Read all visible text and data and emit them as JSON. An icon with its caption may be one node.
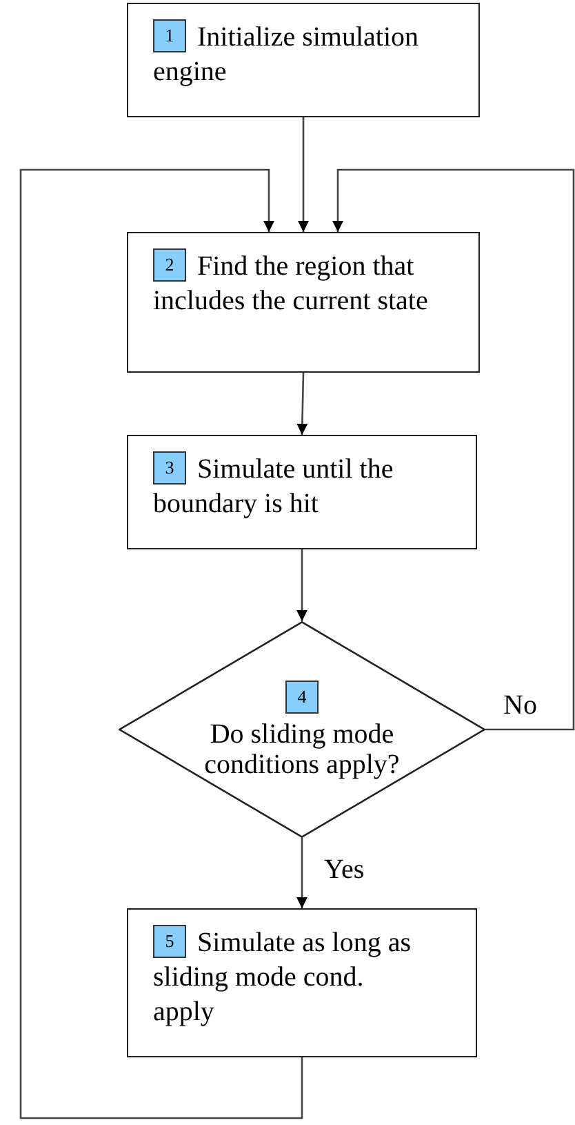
{
  "diagram": {
    "nodes": [
      {
        "text": [
          "1",
          "Initialize simulation engine"
        ]
      },
      {
        "text": [
          "2",
          "Find the region that includes the current state"
        ]
      },
      {
        "text": [
          "3",
          "Simulate until the boundary is hit"
        ]
      },
      {
        "text": [
          "4",
          "Do sliding mode conditions apply?"
        ]
      },
      {
        "text": [
          "5",
          "Simulate as long as sliding mode cond. apply"
        ]
      }
    ],
    "edges": [
      {
        "from": 0,
        "to": 1,
        "arrow": "to"
      },
      {
        "from": 1,
        "to": 2,
        "arrow": "to"
      },
      {
        "from": 2,
        "to": 3,
        "arrow": "to"
      },
      {
        "from": 3,
        "to": 4,
        "arrow": "to",
        "label": "Yes"
      },
      {
        "from": 3,
        "to": 1,
        "arrow": "to",
        "label": "No"
      },
      {
        "from": 4,
        "to": 1,
        "arrow": "to"
      }
    ]
  }
}
